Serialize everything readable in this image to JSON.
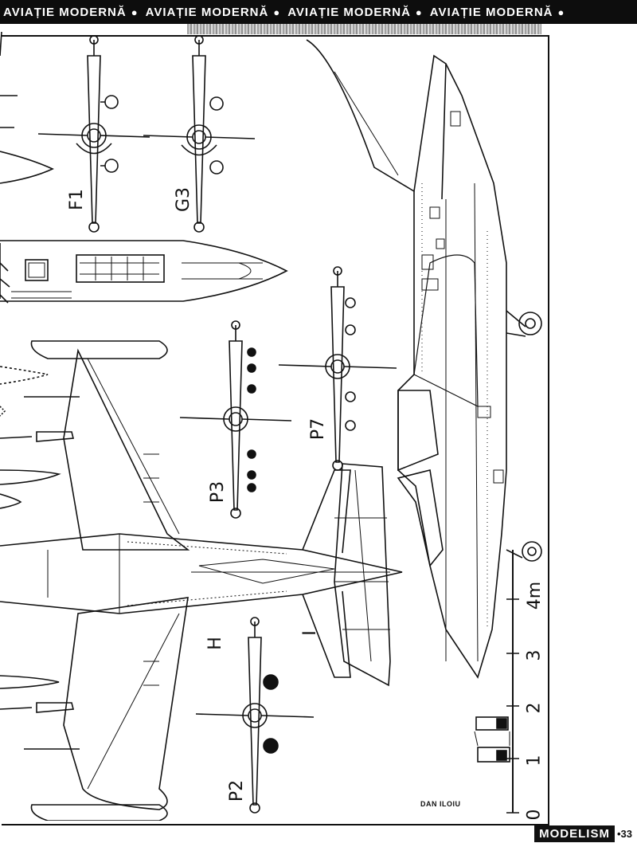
{
  "header": {
    "banner_segments": [
      "AVIAȚIE MODERNĂ",
      "AVIAȚIE MODERNĂ",
      "AVIAȚIE MODERNĂ",
      "AVIAȚIE MODERNĂ"
    ],
    "separator": "●"
  },
  "view_labels": {
    "f1": "F1",
    "g3": "G3",
    "p7": "P7",
    "p3": "P3",
    "h": "H",
    "i": "I",
    "p2": "P2"
  },
  "scale": {
    "marks": [
      "0",
      "1",
      "2",
      "3",
      "4m"
    ]
  },
  "credit": "DAN ILOIU",
  "footer": {
    "magazine": "MODELISM",
    "page": "•33"
  }
}
